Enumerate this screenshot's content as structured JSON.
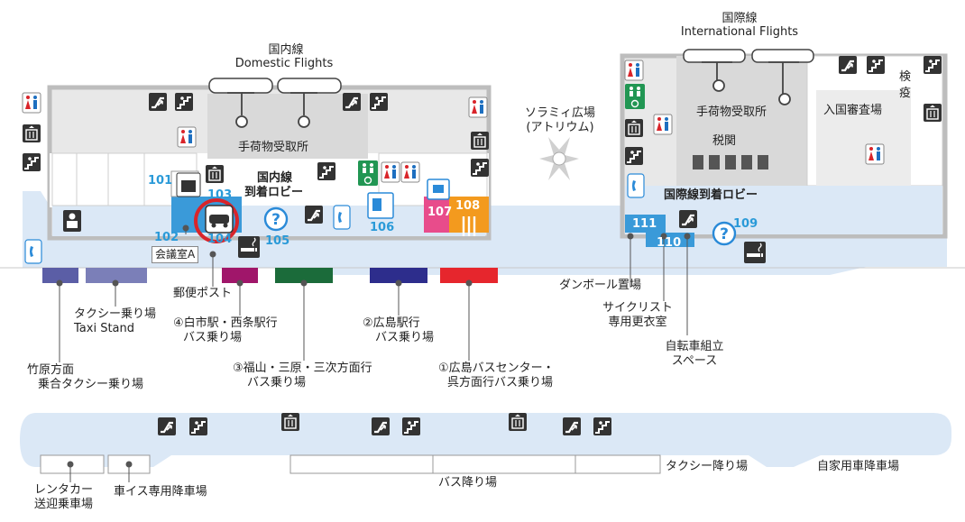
{
  "domestic": {
    "label_ja": "国内線",
    "label_en": "Domestic Flights",
    "baggage": "手荷物受取所",
    "arrival_lobby_1": "国内線",
    "arrival_lobby_2": "到着ロビー"
  },
  "international": {
    "label_ja": "国際線",
    "label_en": "International Flights",
    "baggage": "手荷物受取所",
    "customs": "税関",
    "immigration": "入国審査場",
    "quarantine_1": "検",
    "quarantine_2": "疫",
    "arrival_lobby": "国際線到着ロビー"
  },
  "atrium": {
    "line1": "ソラミィ広場",
    "line2": "(アトリウム)"
  },
  "rooms": {
    "r101": "101",
    "r102": "102",
    "r103": "103",
    "r104": "104",
    "r105": "105",
    "r106": "106",
    "r107": "107",
    "r108": "108",
    "r109": "109",
    "r110": "110",
    "r111": "111",
    "meeting_room": "会議室A"
  },
  "callouts": {
    "post": "郵便ポスト",
    "dambo": "ダンボール置場",
    "cyclist_1": "サイクリスト",
    "cyclist_2": "専用更衣室",
    "bike_1": "自転車組立",
    "bike_2": "スペース",
    "taxi_1": "タクシー乗り場",
    "taxi_2": "Taxi Stand",
    "takehara_1": "竹原方面",
    "takehara_2": "乗合タクシー乗り場",
    "stop4_1": "④白市駅・西条駅行",
    "stop4_2": "バス乗り場",
    "stop3_1": "③福山・三原・三次方面行",
    "stop3_2": "バス乗り場",
    "stop2_1": "②広島駅行",
    "stop2_2": "バス乗り場",
    "stop1_1": "①広島バスセンター・",
    "stop1_2": "呉方面行バス乗り場"
  },
  "lower_area": {
    "rental_1": "レンタカー",
    "rental_2": "送迎乗車場",
    "wheelchair": "車イス専用降車場",
    "bus_dropoff": "バス降り場",
    "taxi_dropoff": "タクシー降り場",
    "private_dropoff": "自家用車降車場"
  },
  "colors": {
    "floor": "#dbe8f6",
    "wall": "#bdbdbd",
    "baggage_area": "#e3e3e3",
    "room": "#ffffff",
    "highlight_blue": "#3a9ad9",
    "shop_pink": "#e84c8b",
    "shop_orange": "#f39a1e",
    "taxi_bar": "#5b5ea6",
    "bus4": "#a0166a",
    "bus3": "#1b6b3a",
    "bus2": "#2d2d8c",
    "bus1": "#e6262d",
    "marker_red": "#d9242a",
    "info_blue": "#2a8ad8",
    "icon_dark": "#333333"
  }
}
